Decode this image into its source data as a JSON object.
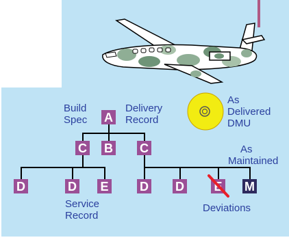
{
  "colors": {
    "background": "#bfe3f5",
    "node": "#9b4f96",
    "node_dark": "#2e2a5e",
    "label_text": "#2a3f9e",
    "disc": "#f2ec12",
    "strike": "#e8202a",
    "tag_line": "#b05a84"
  },
  "nodes": {
    "root": "A",
    "level2": [
      "C",
      "B",
      "C"
    ],
    "level3_left": [
      "D",
      "D",
      "E"
    ],
    "level3_right": [
      "D",
      "D",
      "E",
      "M"
    ]
  },
  "labels": {
    "build_spec": [
      "Build",
      "Spec"
    ],
    "delivery_record": [
      "Delivery",
      "Record"
    ],
    "as_delivered": [
      "As",
      "Delivered",
      "DMU"
    ],
    "as_maintained": [
      "As",
      "Maintained"
    ],
    "service_record": [
      "Service",
      "Record"
    ],
    "deviations": "Deviations"
  },
  "icons": [
    "airplane-icon",
    "cd-disc-icon",
    "strike-through-mark"
  ]
}
